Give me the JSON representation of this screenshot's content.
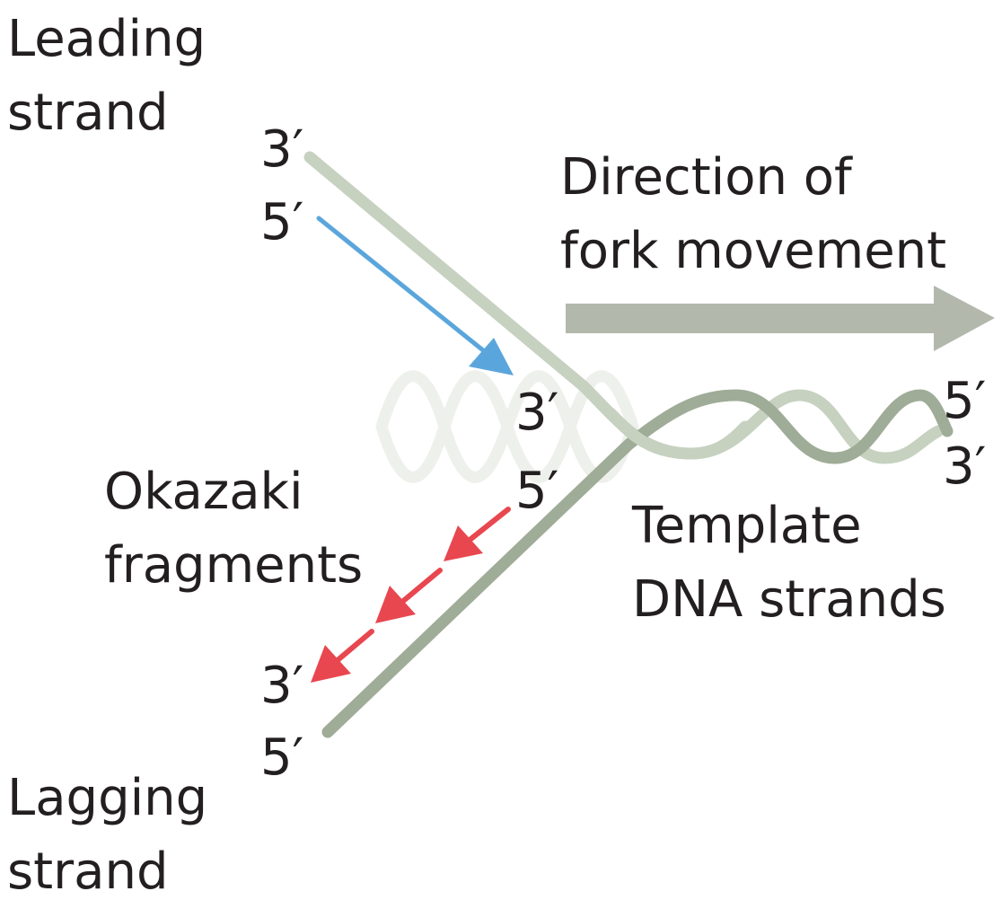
{
  "labels": {
    "leading_strand": [
      "Leading",
      "strand"
    ],
    "lagging_strand": [
      "Lagging",
      "strand"
    ],
    "okazaki": [
      "Okazaki",
      "fragments"
    ],
    "direction": [
      "Direction of",
      "fork movement"
    ],
    "template": [
      "Template",
      "DNA strands"
    ]
  },
  "ends": {
    "leading_template_3": "3′",
    "leading_new_5": "5′",
    "leading_new_3": "3′",
    "okazaki_5": "5′",
    "lagging_3": "3′",
    "lagging_5": "5′",
    "duplex_5": "5′",
    "duplex_3": "3′"
  },
  "colors": {
    "template_light": "#c6d1c0",
    "template_dark": "#9fac97",
    "helix_faded": "#eef0ec",
    "leading_new": "#5aa6dc",
    "okazaki": "#e8474f",
    "fork_arrow": "#b2b8ab",
    "text": "#231f20"
  }
}
